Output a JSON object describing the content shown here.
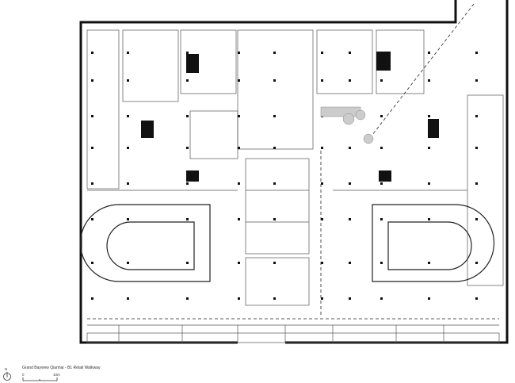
{
  "title": "Grand Bayview Qianhai - B1 Retail Walkway",
  "north_label": "N",
  "scale": {
    "start_label": "0",
    "end_label": "10m"
  }
}
